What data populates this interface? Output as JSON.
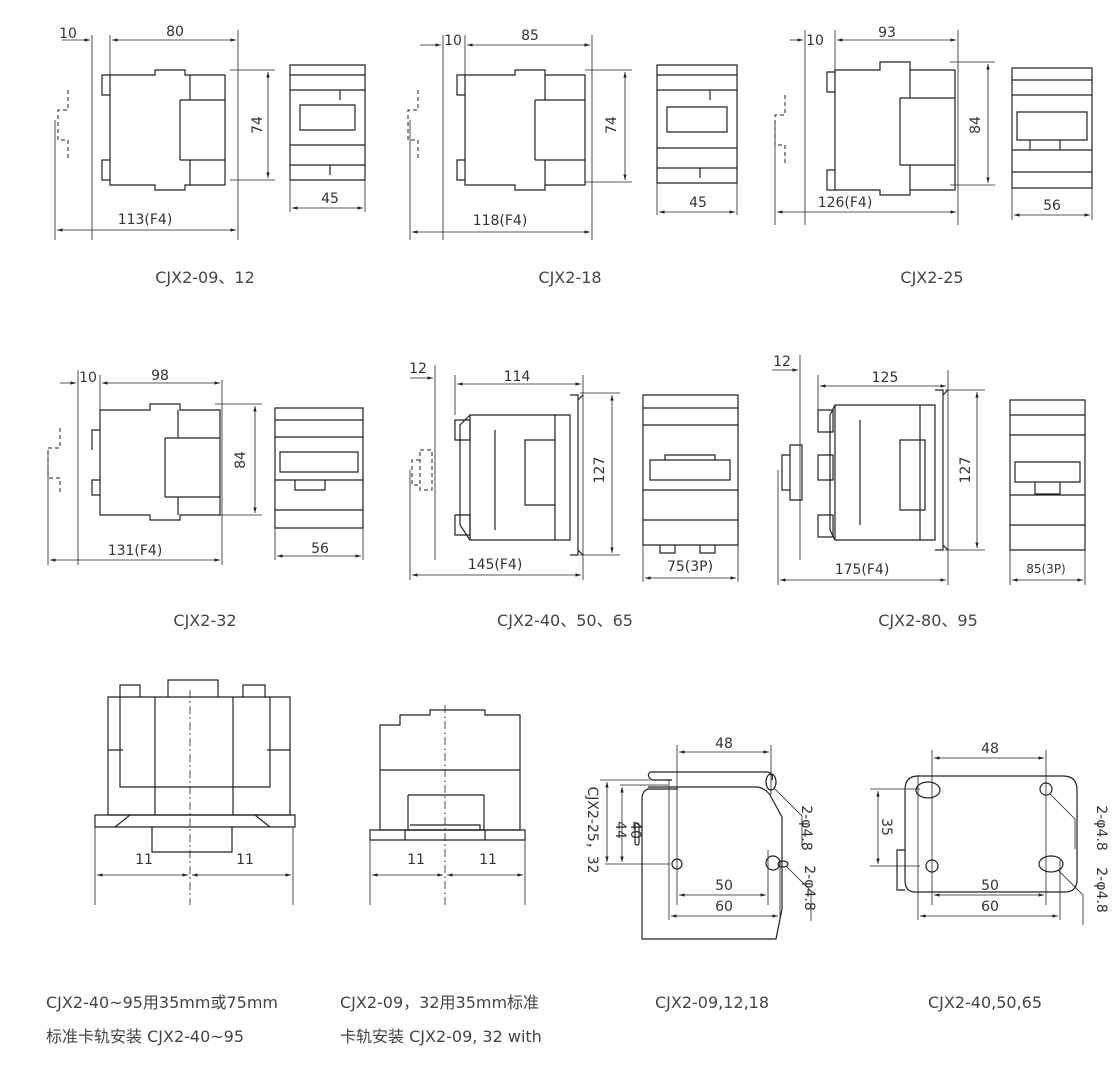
{
  "drawings": [
    {
      "caption": "CJX2-09、12",
      "dims": [
        "10",
        "80",
        "74",
        "45",
        "113(F4)"
      ]
    },
    {
      "caption": "CJX2-18",
      "dims": [
        "10",
        "85",
        "74",
        "45",
        "118(F4)"
      ]
    },
    {
      "caption": "CJX2-25",
      "dims": [
        "10",
        "93",
        "84",
        "56",
        "126(F4)"
      ]
    },
    {
      "caption": "CJX2-32",
      "dims": [
        "10",
        "98",
        "84",
        "56",
        "131(F4)"
      ]
    },
    {
      "caption": "CJX2-40、50、65",
      "dims": [
        "12",
        "114",
        "127",
        "75(3P)",
        "145(F4)"
      ]
    },
    {
      "caption": "CJX2-80、95",
      "dims": [
        "12",
        "125",
        "127",
        "85(3P)",
        "175(F4)"
      ]
    }
  ],
  "rail_mount": [
    {
      "dims": [
        "11",
        "11"
      ],
      "caption_lines": [
        "CJX2-40~95用35mm或75mm",
        "标准卡轨安装 CJX2-40~95"
      ]
    },
    {
      "dims": [
        "11",
        "11"
      ],
      "caption_lines": [
        "CJX2-09，32用35mm标准",
        "卡轨安装 CJX2-09, 32 with"
      ]
    }
  ],
  "brackets": [
    {
      "caption": "CJX2-09,12,18",
      "side_label": "CJX2-25，32",
      "dims": [
        "48",
        "44",
        "40",
        "50",
        "60"
      ],
      "holes": [
        "2-φ4.8",
        "2-φ4.8"
      ]
    },
    {
      "caption": "CJX2-40,50,65",
      "dims": [
        "48",
        "35",
        "50",
        "60"
      ],
      "holes": [
        "2-φ4.8",
        "2-φ4.8"
      ]
    }
  ]
}
